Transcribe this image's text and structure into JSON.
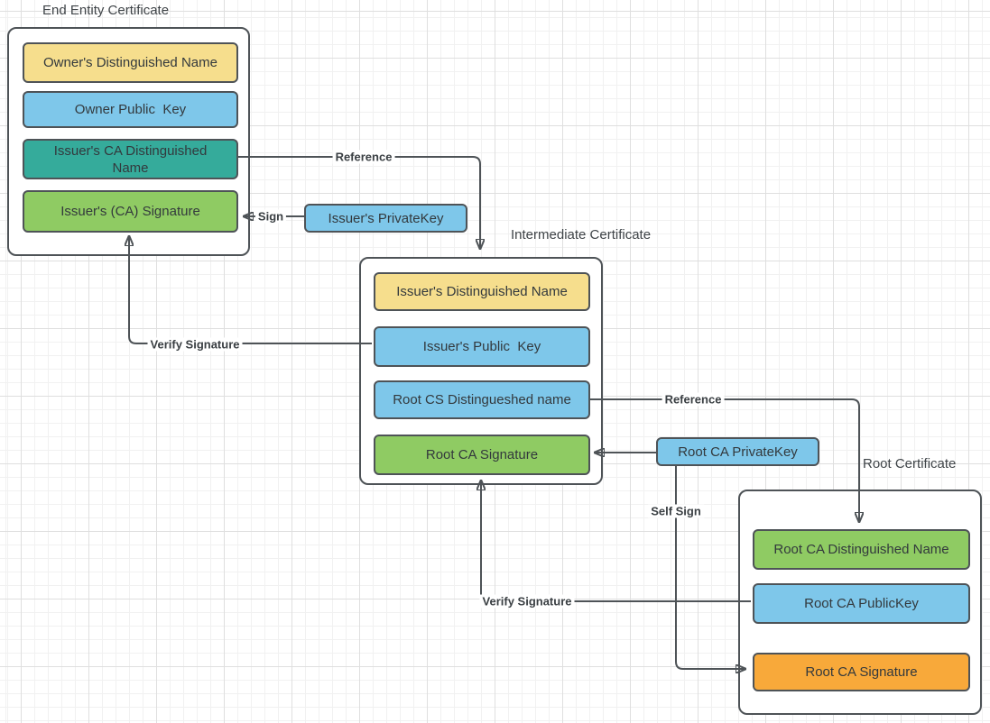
{
  "diagram": {
    "certificates": [
      {
        "title": "End Entity Certificate",
        "fields": [
          {
            "label": "Owner's Distinguished Name",
            "color": "#F6DE8D"
          },
          {
            "label": "Owner Public  Key",
            "color": "#7EC7EA"
          },
          {
            "label": "Issuer's CA Distinguished Name",
            "color": "#35AB9B"
          },
          {
            "label": "Issuer's (CA) Signature",
            "color": "#8FCB63"
          }
        ]
      },
      {
        "title": "Intermediate Certificate",
        "fields": [
          {
            "label": "Issuer's Distinguished Name",
            "color": "#F6DE8D"
          },
          {
            "label": "Issuer's Public  Key",
            "color": "#7EC7EA"
          },
          {
            "label": "Root CS Distingueshed name",
            "color": "#7EC7EA"
          },
          {
            "label": "Root CA Signature",
            "color": "#8FCB63"
          }
        ]
      },
      {
        "title": "Root Certificate",
        "fields": [
          {
            "label": "Root CA Distinguished Name",
            "color": "#8FCB63"
          },
          {
            "label": "Root CA PublicKey",
            "color": "#7EC7EA"
          },
          {
            "label": "Root CA Signature",
            "color": "#F8A93A"
          }
        ]
      }
    ],
    "keys": [
      {
        "label": "Issuer's PrivateKey",
        "color": "#7EC7EA"
      },
      {
        "label": "Root CA PrivateKey",
        "color": "#7EC7EA"
      }
    ],
    "connector_labels": [
      "Reference",
      "Sign",
      "Verify Signature",
      "Reference",
      "Self Sign",
      "Verify Signature"
    ],
    "colors": {
      "canvas_bg": "#FFFFFF",
      "grid_minor": "#F1F1F1",
      "grid_major": "#DFDFDF",
      "shape_border": "#4E5357",
      "connector": "#4E5357",
      "text": "#33393D",
      "yellow": "#F6DE8D",
      "blue": "#7EC7EA",
      "teal": "#35AB9B",
      "green": "#8FCB63",
      "orange": "#F8A93A"
    }
  }
}
